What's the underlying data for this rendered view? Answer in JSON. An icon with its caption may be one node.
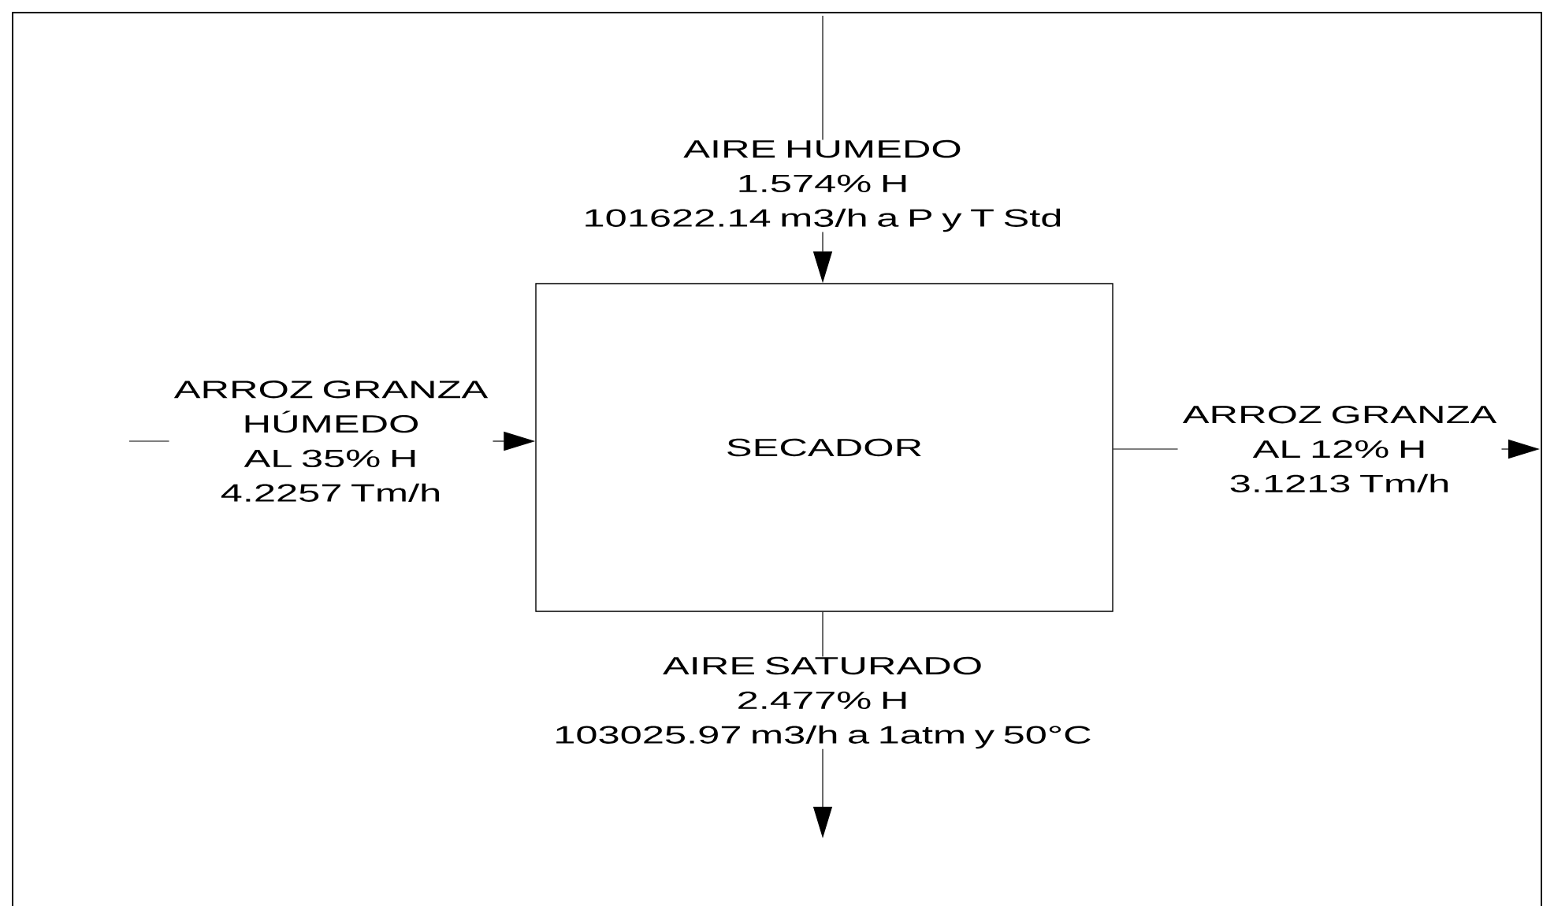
{
  "diagram": {
    "nodes": [
      {
        "text": [
          "SECADOR"
        ]
      },
      {
        "text": [
          "AIRE HUMEDO",
          "1.574% H",
          "101622.14 m3/h a P y T Std"
        ]
      },
      {
        "text": [
          "ARROZ GRANZA HÚMEDO",
          "AL 35% H",
          "4.2257 Tm/h"
        ]
      },
      {
        "text": [
          "ARROZ GRANZA",
          "AL 12% H",
          "3.1213 Tm/h"
        ]
      },
      {
        "text": [
          "AIRE SATURADO",
          "2.477% H",
          "103025.97 m3/h a 1atm y 50°C"
        ]
      }
    ],
    "edges": [
      {
        "from": 1,
        "to": 0,
        "arrow": "to"
      },
      {
        "from": 2,
        "to": 0,
        "arrow": "to"
      },
      {
        "from": 0,
        "to": 3,
        "arrow": "none"
      },
      {
        "from": 0,
        "to": 4,
        "arrow": "none"
      },
      {
        "from": null,
        "to": 1,
        "arrow": "none"
      },
      {
        "from": null,
        "to": 2,
        "arrow": "none"
      },
      {
        "from": 3,
        "to": null,
        "arrow": "to"
      },
      {
        "from": 4,
        "to": null,
        "arrow": "to"
      }
    ]
  }
}
